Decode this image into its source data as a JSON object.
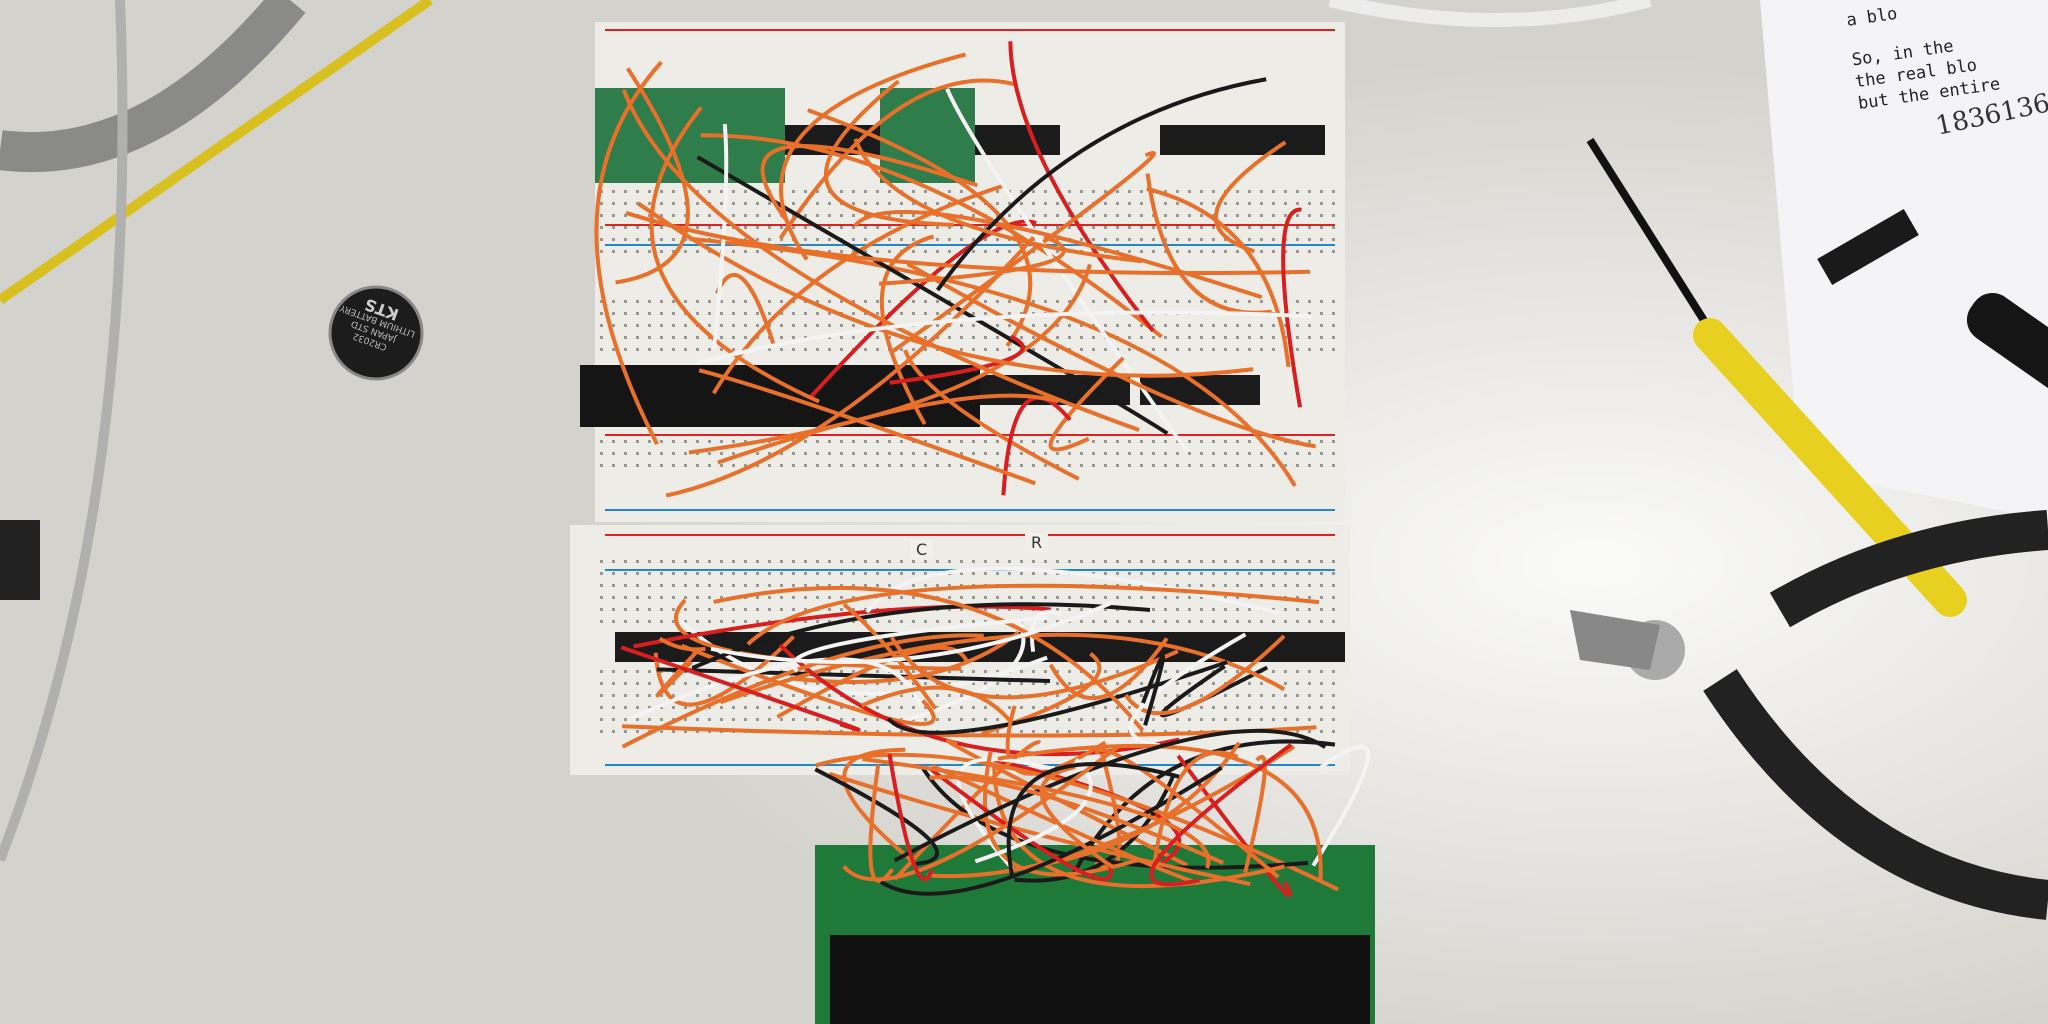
{
  "paper": {
    "lines": [
      "a blo",
      "So, in the",
      "the real blo",
      "but the entire"
    ],
    "handwritten": "1836136"
  },
  "battery": {
    "brand": "KTS",
    "type": "LITHIUM BATTERY",
    "origin": "JAPAN STD",
    "model": "CR2032"
  },
  "breadboard_labels": [
    "C",
    "R"
  ],
  "colors": {
    "desk": "#d8d6d0",
    "breadboard": "#eeece6",
    "wire_orange": "#e8702a",
    "wire_white": "#f4f4f4",
    "wire_black": "#1a1a1a",
    "wire_red": "#d81e1e",
    "pcb_green": "#1f7a3a",
    "screwdriver_yellow": "#e8d020"
  }
}
